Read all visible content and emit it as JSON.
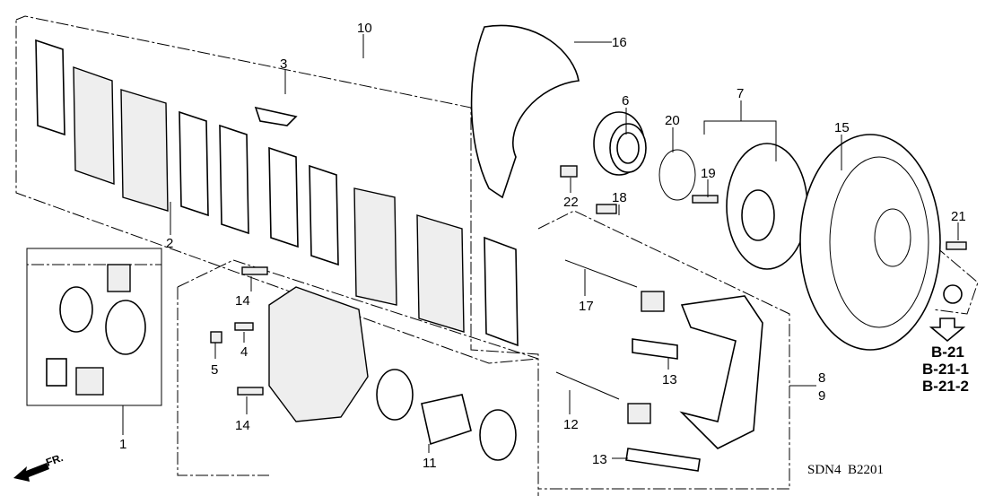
{
  "diagram": {
    "callouts": {
      "c1": "1",
      "c2": "2",
      "c3": "3",
      "c4": "4",
      "c5": "5",
      "c6": "6",
      "c7": "7",
      "c8": "8",
      "c9": "9",
      "c10": "10",
      "c11": "11",
      "c12": "12",
      "c13a": "13",
      "c13b": "13",
      "c14a": "14",
      "c14b": "14",
      "c15": "15",
      "c16": "16",
      "c17": "17",
      "c18": "18",
      "c19": "19",
      "c20": "20",
      "c21": "21",
      "c22": "22"
    },
    "references": [
      "B-21",
      "B-21-1",
      "B-21-2"
    ],
    "front_arrow": "FR.",
    "diagram_code": "SDN4  B2201"
  }
}
